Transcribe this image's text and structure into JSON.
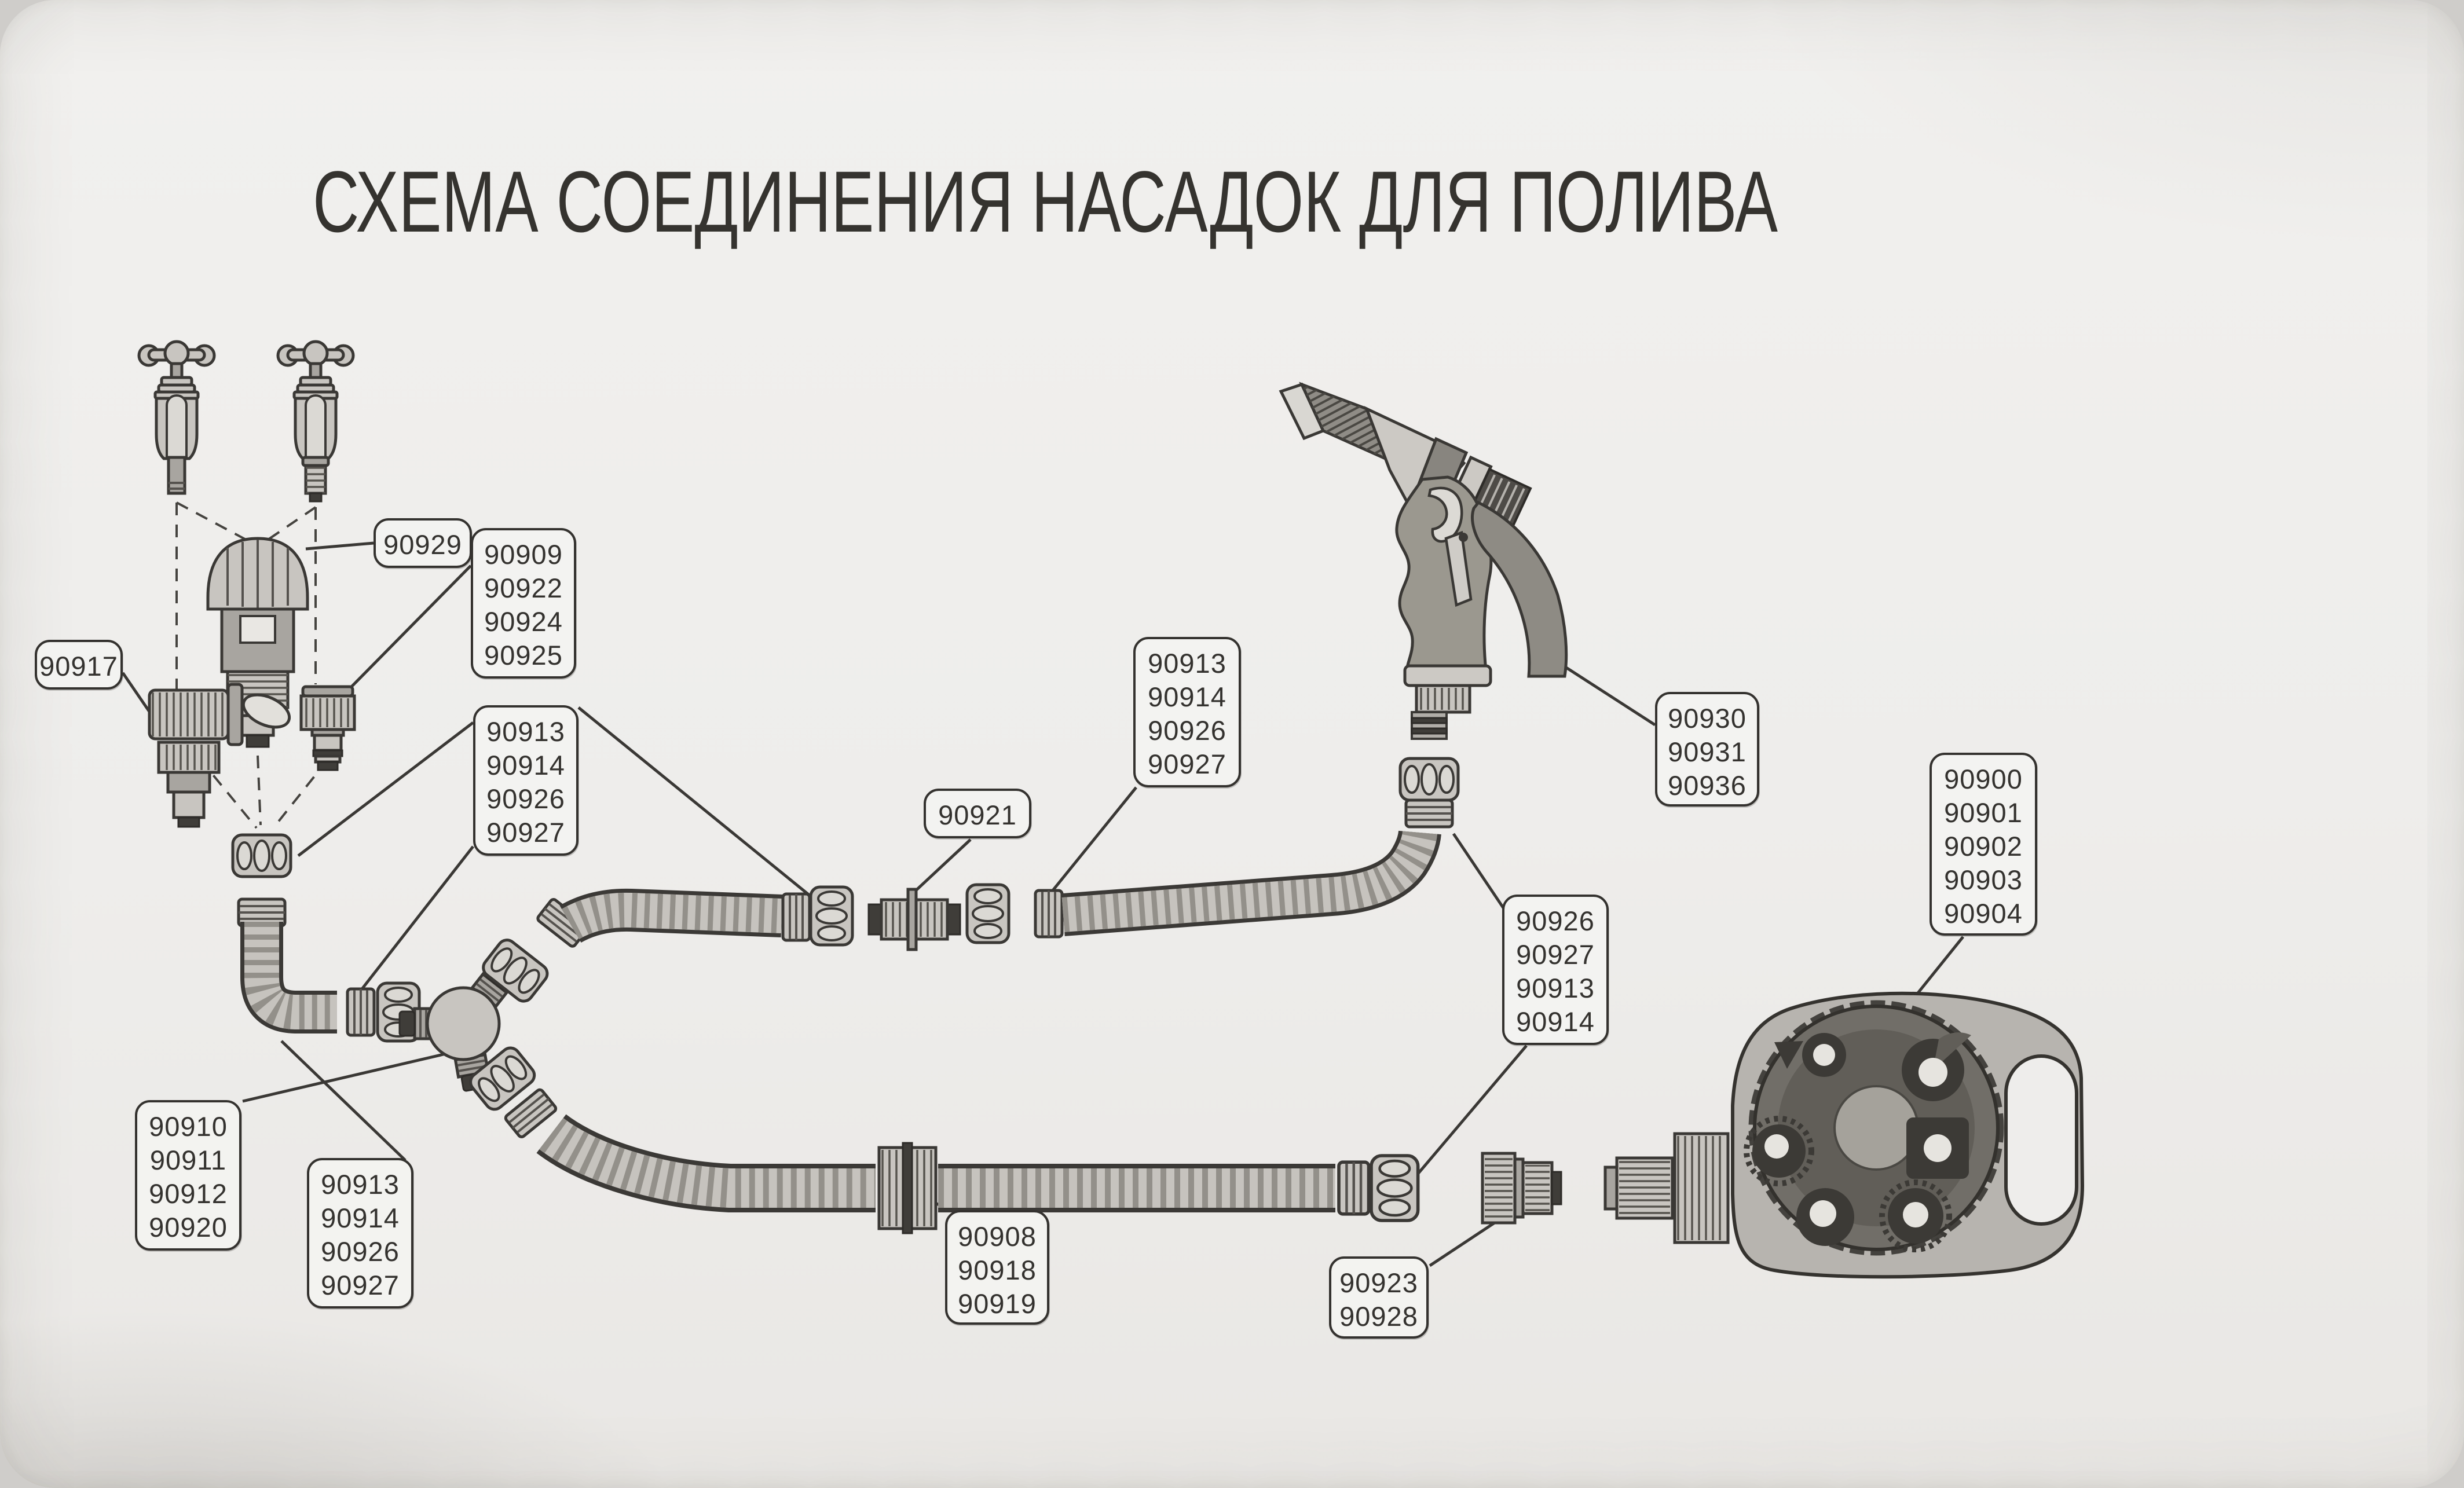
{
  "title": "СХЕМА СОЕДИНЕНИЯ НАСАДОК ДЛЯ ПОЛИВА",
  "labels": {
    "l90929": [
      "90929"
    ],
    "l90909": [
      "90909",
      "90922",
      "90924",
      "90925"
    ],
    "l90917": [
      "90917"
    ],
    "l90913_left": [
      "90913",
      "90914",
      "90926",
      "90927"
    ],
    "l90921": [
      "90921"
    ],
    "l90913_mid": [
      "90913",
      "90914",
      "90926",
      "90927"
    ],
    "l90930": [
      "90930",
      "90931",
      "90936"
    ],
    "l90926_right": [
      "90926",
      "90927",
      "90913",
      "90914"
    ],
    "l90900": [
      "90900",
      "90901",
      "90902",
      "90903",
      "90904"
    ],
    "l90910": [
      "90910",
      "90911",
      "90912",
      "90920"
    ],
    "l90913_bottom": [
      "90913",
      "90914",
      "90926",
      "90927"
    ],
    "l90908": [
      "90908",
      "90918",
      "90919"
    ],
    "l90923": [
      "90923",
      "90928"
    ]
  },
  "colors": {
    "page": "#eeedeb",
    "ink": "#34322f",
    "part_light": "#c8c5c0",
    "part_dark": "#3f3d39"
  }
}
